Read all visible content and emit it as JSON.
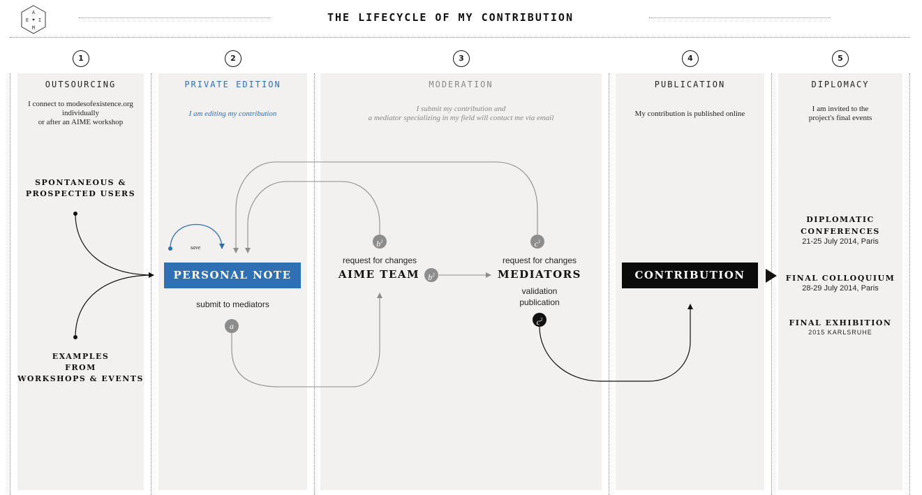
{
  "title": "THE LIFECYCLE OF MY CONTRIBUTION",
  "logo": {
    "letters": [
      "A",
      "E",
      "I",
      "M"
    ]
  },
  "steps": [
    {
      "number": "1",
      "title": "OUTSOURCING",
      "description": [
        "I connect to modesofexistence.org",
        "individually",
        "or after an AIME workshop"
      ]
    },
    {
      "number": "2",
      "title": "PRIVATE EDITION",
      "description": [
        "I am editing my contribution"
      ]
    },
    {
      "number": "3",
      "title": "MODERATION",
      "description": [
        "I submit my contribution and",
        "a mediator specializing in my field will contact me via email"
      ]
    },
    {
      "number": "4",
      "title": "PUBLICATION",
      "description": [
        "My contribution is published online"
      ]
    },
    {
      "number": "5",
      "title": "DIPLOMACY",
      "description": [
        "I am invited to the",
        "project's final events"
      ]
    }
  ],
  "sources": {
    "top": [
      "SPONTANEOUS &",
      "PROSPECTED USERS"
    ],
    "bottom": [
      "EXAMPLES",
      "FROM",
      "WORKSHOPS & EVENTS"
    ]
  },
  "personal_note": {
    "label": "PERSONAL NOTE",
    "save": "save",
    "submit": "submit to mediators",
    "badge": "a"
  },
  "aime_team": {
    "label": "AIME TEAM",
    "request": "request for changes",
    "badge_b1": "b",
    "badge_b2": "b",
    "sup1": "1",
    "sup2": "2"
  },
  "mediators": {
    "label": "MEDIATORS",
    "request": "request for changes",
    "validation": "validation",
    "publication": "publication",
    "badge_c1": "c",
    "badge_c2": "c",
    "sup1": "1",
    "sup2": "2"
  },
  "contribution": {
    "label": "CONTRIBUTION"
  },
  "events": [
    {
      "title": [
        "DIPLOMATIC",
        "CONFERENCES"
      ],
      "date": "21-25 July 2014, Paris"
    },
    {
      "title": [
        "FINAL COLLOQUIUM"
      ],
      "date": "28-29 July 2014, Paris"
    },
    {
      "title": [
        "FINAL EXHIBITION"
      ],
      "date": "2015 Karlsruhe"
    }
  ],
  "colors": {
    "blue": "#2f6fb4",
    "panel": "#f2f1ef",
    "grey": "#8d8d8d",
    "black": "#0b0b0b"
  }
}
